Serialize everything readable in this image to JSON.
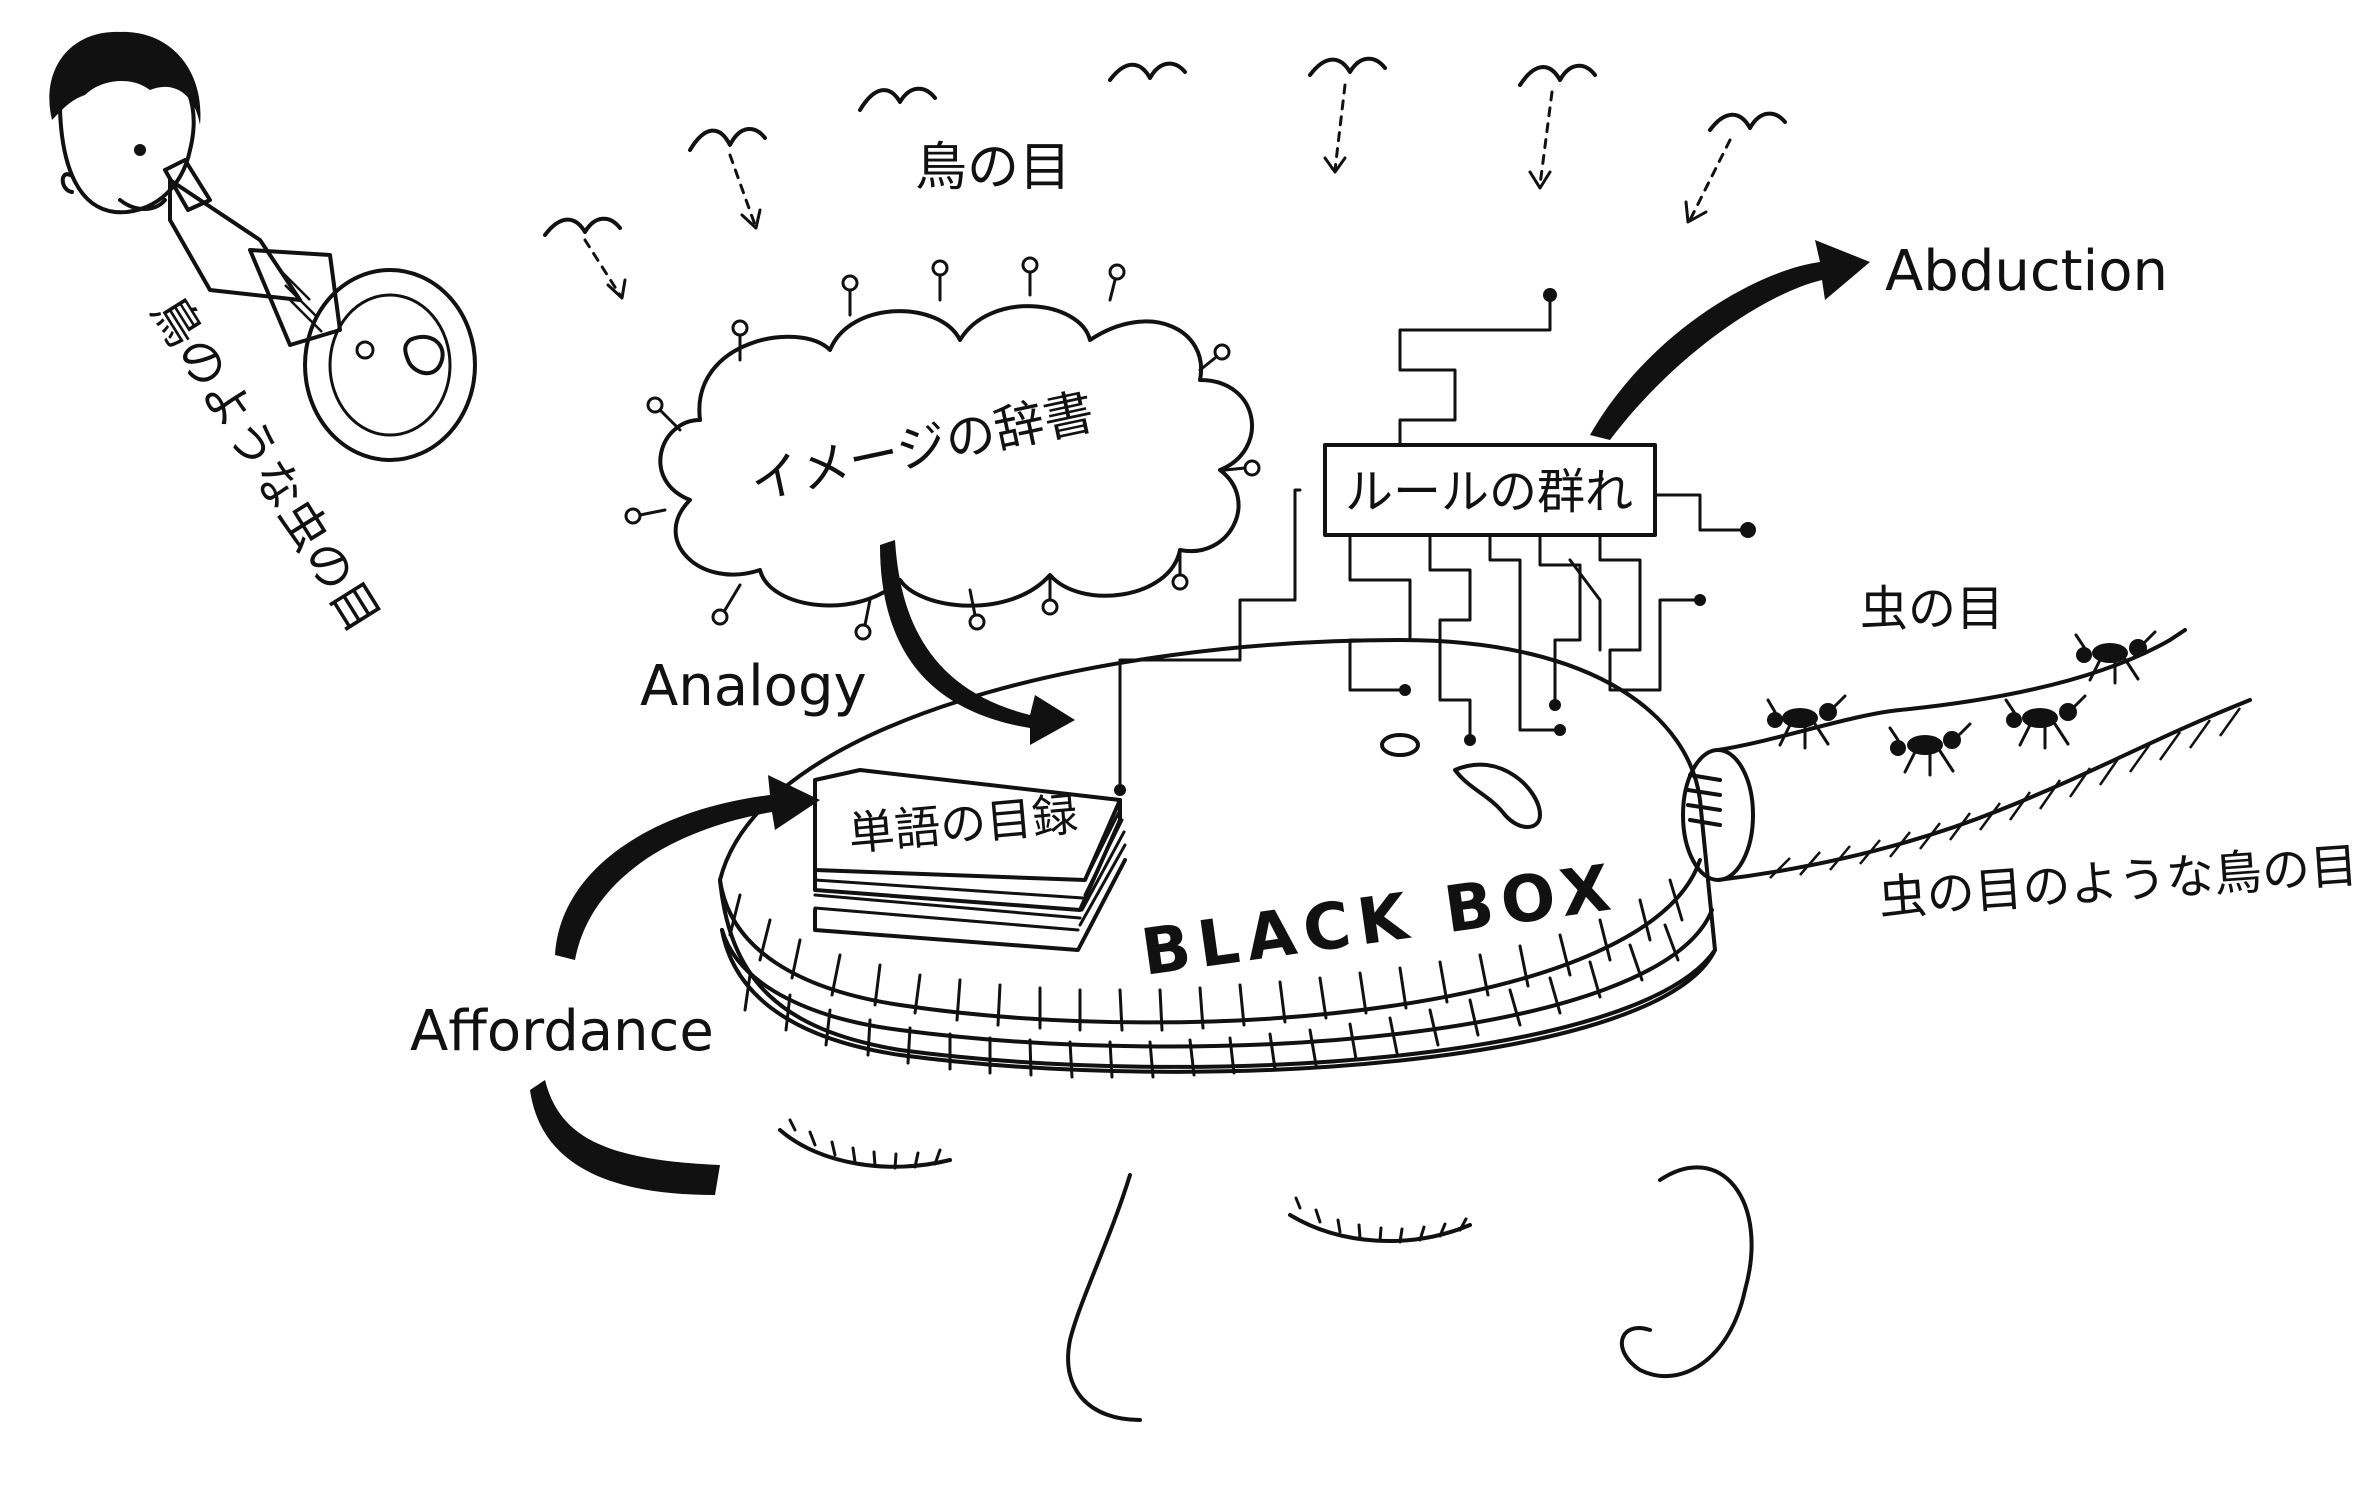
{
  "labels": {
    "bird_eye": "鳥の目",
    "bird_like_insect_eye": "鳥のような虫の目",
    "image_dictionary": "イメージの辞書",
    "rule_swarm": "ルールの群れ",
    "word_catalog": "単語の目録",
    "black_box": "BLACK BOX",
    "abduction": "Abduction",
    "analogy": "Analogy",
    "affordance": "Affordance",
    "insect_eye": "虫の目",
    "insect_like_bird_eye": "虫の目のような鳥の目"
  },
  "icons": [
    "person-head-icon",
    "telescope-icon",
    "bird-icon",
    "cloud-icon",
    "circuit-icon",
    "book-icon",
    "ant-icon",
    "arrow-icon",
    "closed-eye-icon"
  ]
}
